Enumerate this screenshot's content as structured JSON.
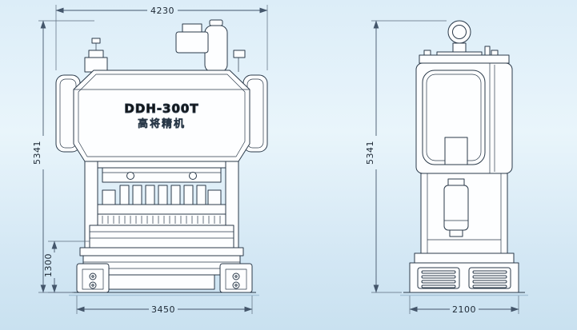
{
  "machine": {
    "model": "DDH-300T",
    "brand": "高将精机"
  },
  "front_view": {
    "dimensions": {
      "top_width": "4230",
      "total_height": "5341",
      "base_height": "1300",
      "base_width": "3450"
    }
  },
  "side_view": {
    "dimensions": {
      "total_height": "5341",
      "base_width": "2100"
    }
  }
}
